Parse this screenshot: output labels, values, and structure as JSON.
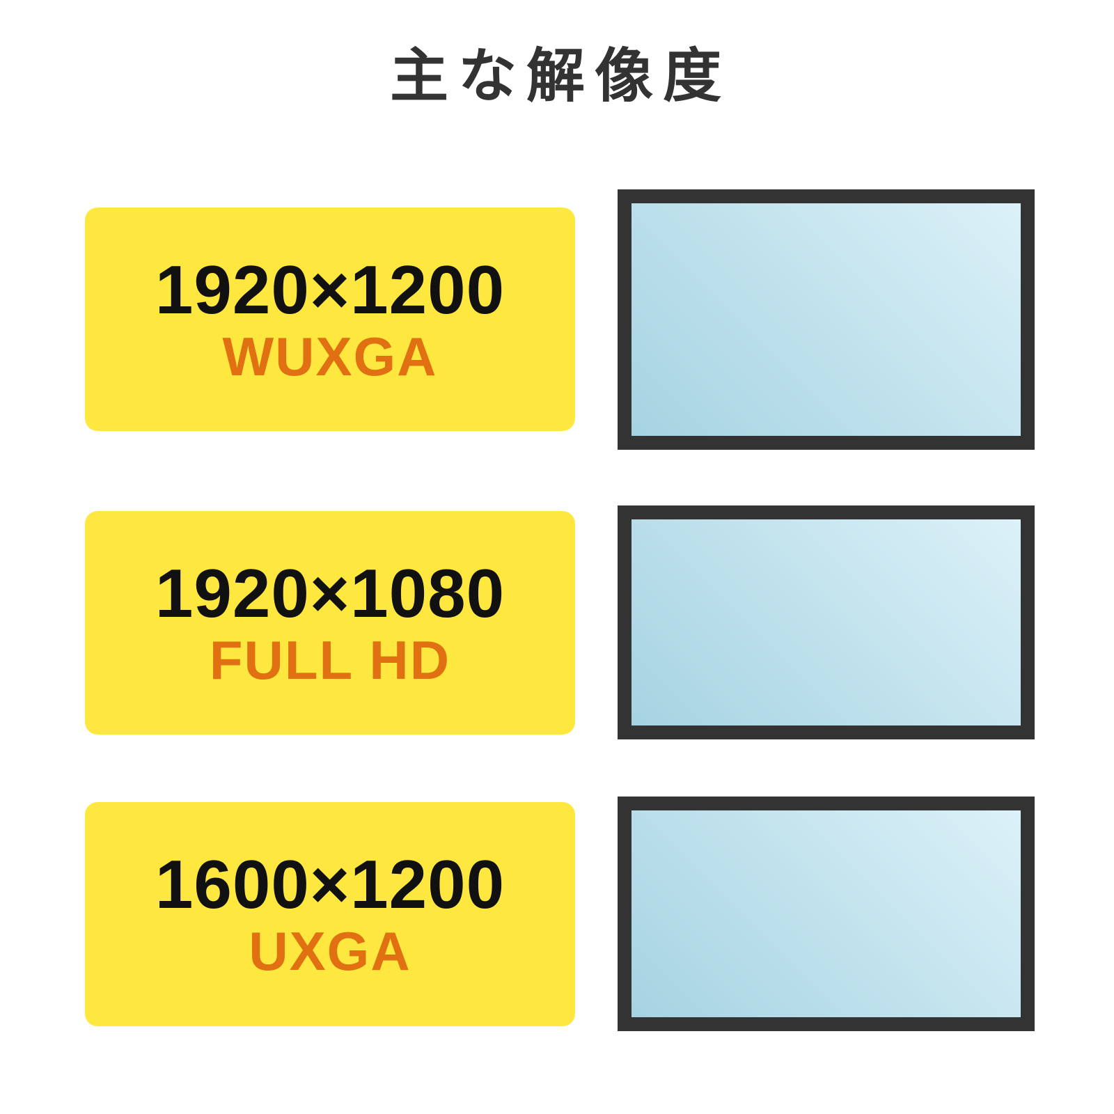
{
  "title": "主な解像度",
  "resolutions": [
    {
      "size": "1920×1200",
      "name": "WUXGA"
    },
    {
      "size": "1920×1080",
      "name": "FULL HD"
    },
    {
      "size": "1600×1200",
      "name": "UXGA"
    }
  ],
  "colors": {
    "card": "#fee83f",
    "name_text": "#e07012",
    "frame": "#333333"
  }
}
